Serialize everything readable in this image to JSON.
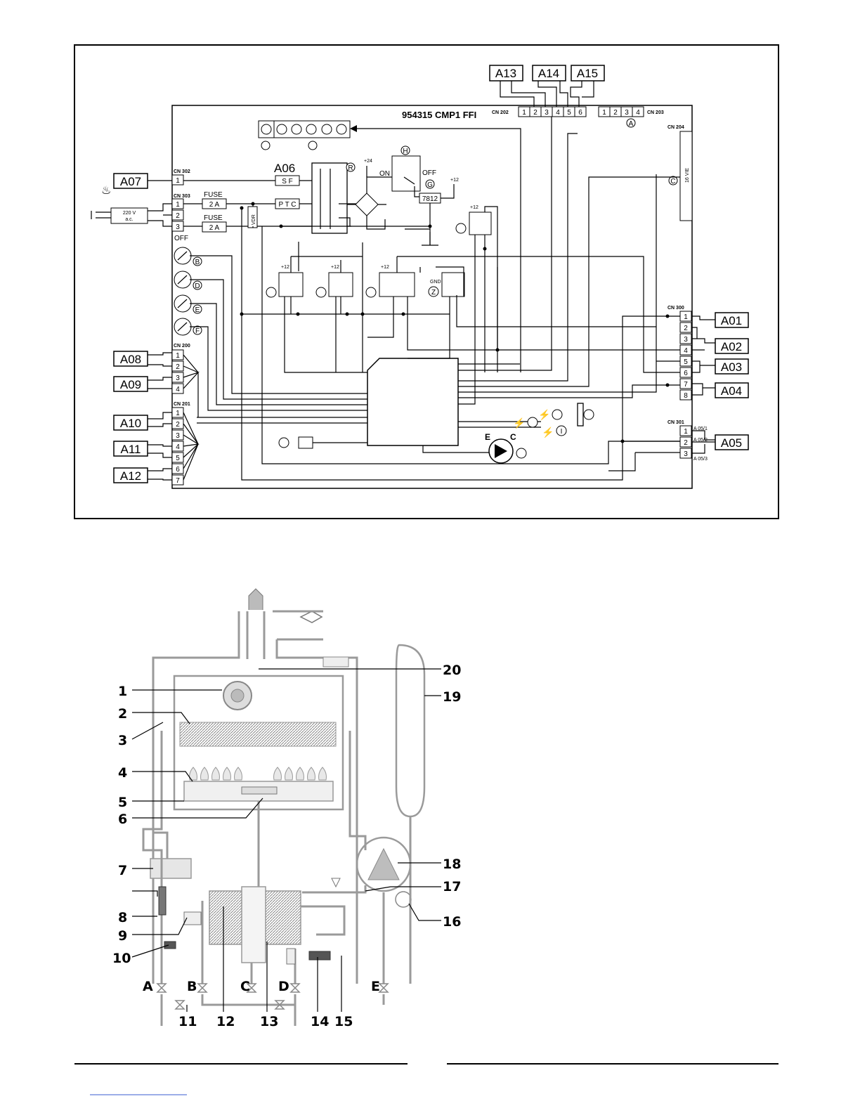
{
  "schematic": {
    "board_title": "954315 CMP1 FFI",
    "top_connectors": {
      "cn202": "CN 202",
      "cn202_pins": [
        "1",
        "2",
        "3",
        "4",
        "5",
        "6"
      ],
      "cn203": "CN 203",
      "cn203_pins": [
        "1",
        "2",
        "3",
        "4"
      ],
      "cn204": "CN 204",
      "cn204_note": "16 VIE",
      "labels": [
        "A13",
        "A14",
        "A15"
      ]
    },
    "left": {
      "a07": "A07",
      "cn302": "CN 302",
      "cn302_pin": "1",
      "cn303": "CN 303",
      "cn303_pins": [
        "1",
        "2",
        "3"
      ],
      "mains": "220 V",
      "mains2": "a.c.",
      "fuse_label": "FUSE",
      "fuse_value": "2 A",
      "cn200": "CN 200",
      "cn200_pins": [
        "1",
        "2",
        "3",
        "4"
      ],
      "cn201": "CN 201",
      "cn201_pins": [
        "1",
        "2",
        "3",
        "4",
        "5",
        "6",
        "7"
      ],
      "a_labels": [
        "A08",
        "A09",
        "A10",
        "A11",
        "A12"
      ],
      "off": "OFF"
    },
    "components": {
      "a06": "A06",
      "sf": "S F",
      "ptc": "P T C",
      "vdr": "VDR",
      "on": "ON",
      "off": "OFF",
      "v24": "+24",
      "v12": "+12",
      "reg": "7812",
      "gnd": "GND",
      "circled": [
        "A",
        "B",
        "C",
        "D",
        "E",
        "F",
        "G",
        "H",
        "I",
        "R",
        "Z"
      ],
      "pump_e": "E",
      "pump_c": "C"
    },
    "right": {
      "cn300": "CN 300",
      "cn300_pins": [
        "1",
        "2",
        "3",
        "4",
        "5",
        "6",
        "7",
        "8"
      ],
      "cn301": "CN 301",
      "cn301_pins": [
        "1",
        "2",
        "3"
      ],
      "a05_sub": [
        "A 05/1",
        "A 05/2",
        "A 05/3"
      ],
      "a_labels": [
        "A01",
        "A02",
        "A03",
        "A04",
        "A05"
      ]
    }
  },
  "boiler": {
    "left_numbers": [
      "1",
      "2",
      "3",
      "4",
      "5",
      "6",
      "7",
      "8",
      "9",
      "10"
    ],
    "right_numbers": [
      "20",
      "19",
      "18",
      "17",
      "16"
    ],
    "bottom_numbers": [
      "11",
      "12",
      "13",
      "14",
      "15"
    ],
    "valves": [
      "A",
      "B",
      "C",
      "D",
      "E"
    ]
  }
}
